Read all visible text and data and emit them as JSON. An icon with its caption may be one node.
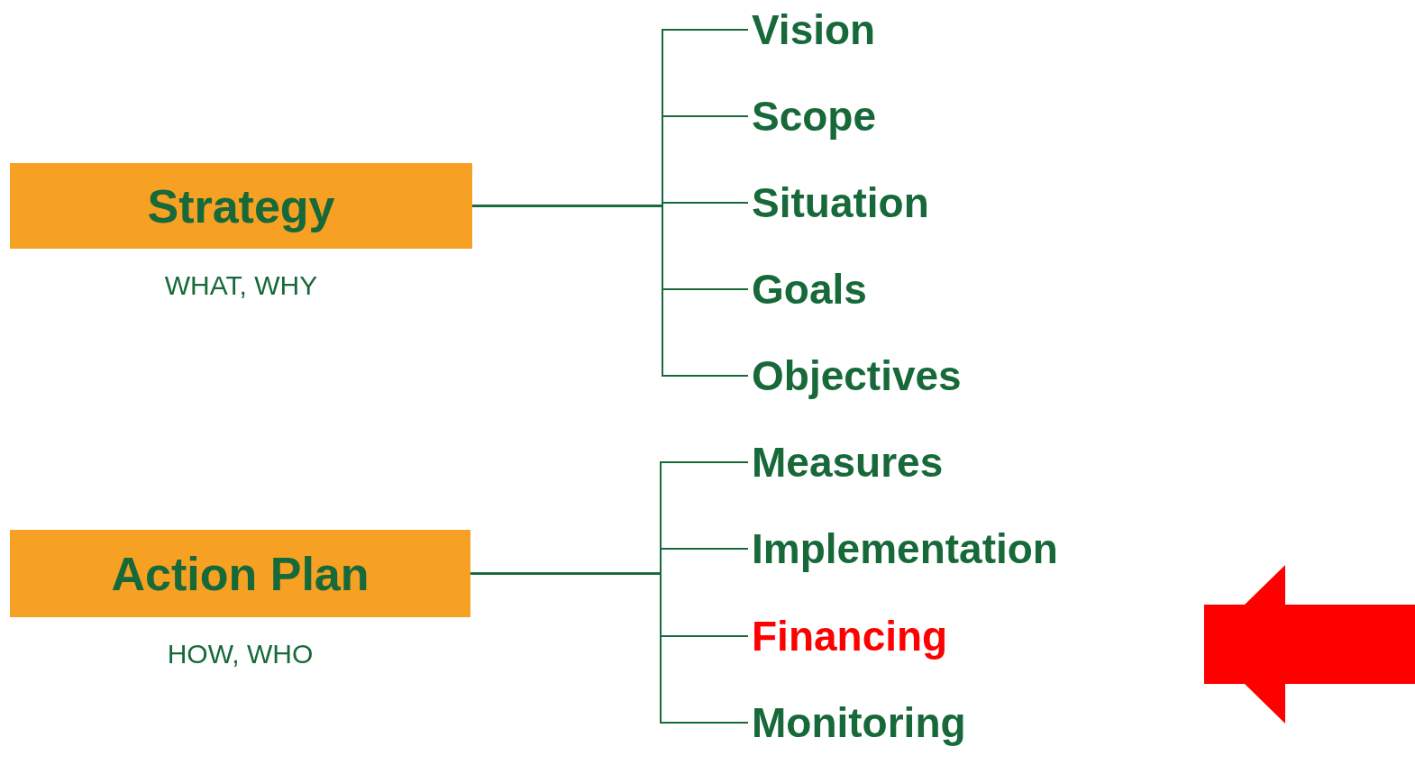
{
  "diagram": {
    "nodes": [
      {
        "text": [
          "Strategy"
        ],
        "beside": [
          "WHAT, WHY"
        ]
      },
      {
        "text": [
          "Vision"
        ]
      },
      {
        "text": [
          "Scope"
        ]
      },
      {
        "text": [
          "Situation"
        ]
      },
      {
        "text": [
          "Goals"
        ]
      },
      {
        "text": [
          "Objectives"
        ]
      },
      {
        "text": [
          "Action Plan"
        ],
        "beside": [
          "HOW, WHO"
        ]
      },
      {
        "text": [
          "Measures"
        ]
      },
      {
        "text": [
          "Implementation"
        ]
      },
      {
        "text": [
          "Financing"
        ]
      },
      {
        "text": [
          "Monitoring"
        ]
      }
    ],
    "edges": [
      {
        "from": 0,
        "to": 1,
        "arrow": "none"
      },
      {
        "from": 0,
        "to": 2,
        "arrow": "none"
      },
      {
        "from": 0,
        "to": 3,
        "arrow": "none"
      },
      {
        "from": 0,
        "to": 4,
        "arrow": "none"
      },
      {
        "from": 0,
        "to": 5,
        "arrow": "none"
      },
      {
        "from": 6,
        "to": 7,
        "arrow": "none"
      },
      {
        "from": 6,
        "to": 8,
        "arrow": "none"
      },
      {
        "from": 6,
        "to": 9,
        "arrow": "none"
      },
      {
        "from": 6,
        "to": 10,
        "arrow": "none"
      },
      {
        "from": null,
        "to": 9,
        "arrow": "to",
        "style": "thick",
        "color": "#ff0000"
      }
    ]
  }
}
